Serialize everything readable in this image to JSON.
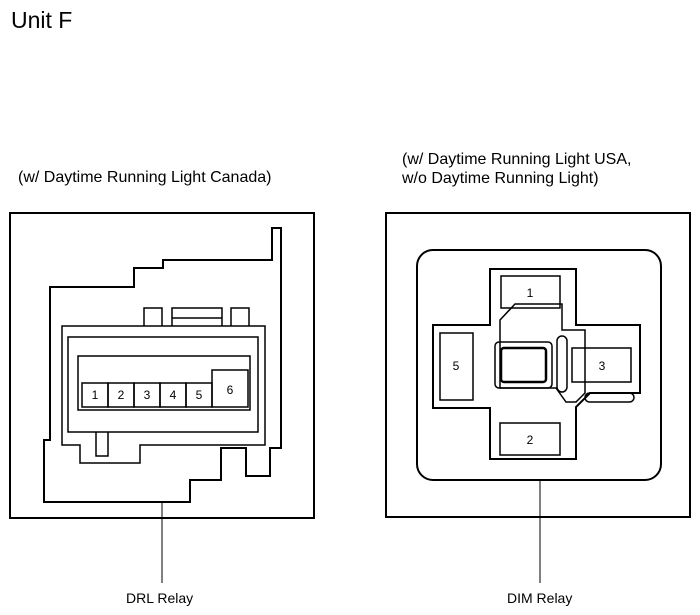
{
  "title": "Unit F",
  "left_connector": {
    "caption": "(w/ Daytime Running Light Canada)",
    "relay_label": "DRL Relay",
    "pins": [
      "1",
      "2",
      "3",
      "4",
      "5",
      "6"
    ]
  },
  "right_connector": {
    "caption_line1": "(w/ Daytime Running Light USA,",
    "caption_line2": "w/o Daytime Running Light)",
    "relay_label": "DIM Relay",
    "pins": [
      "1",
      "2",
      "3",
      "5"
    ]
  }
}
